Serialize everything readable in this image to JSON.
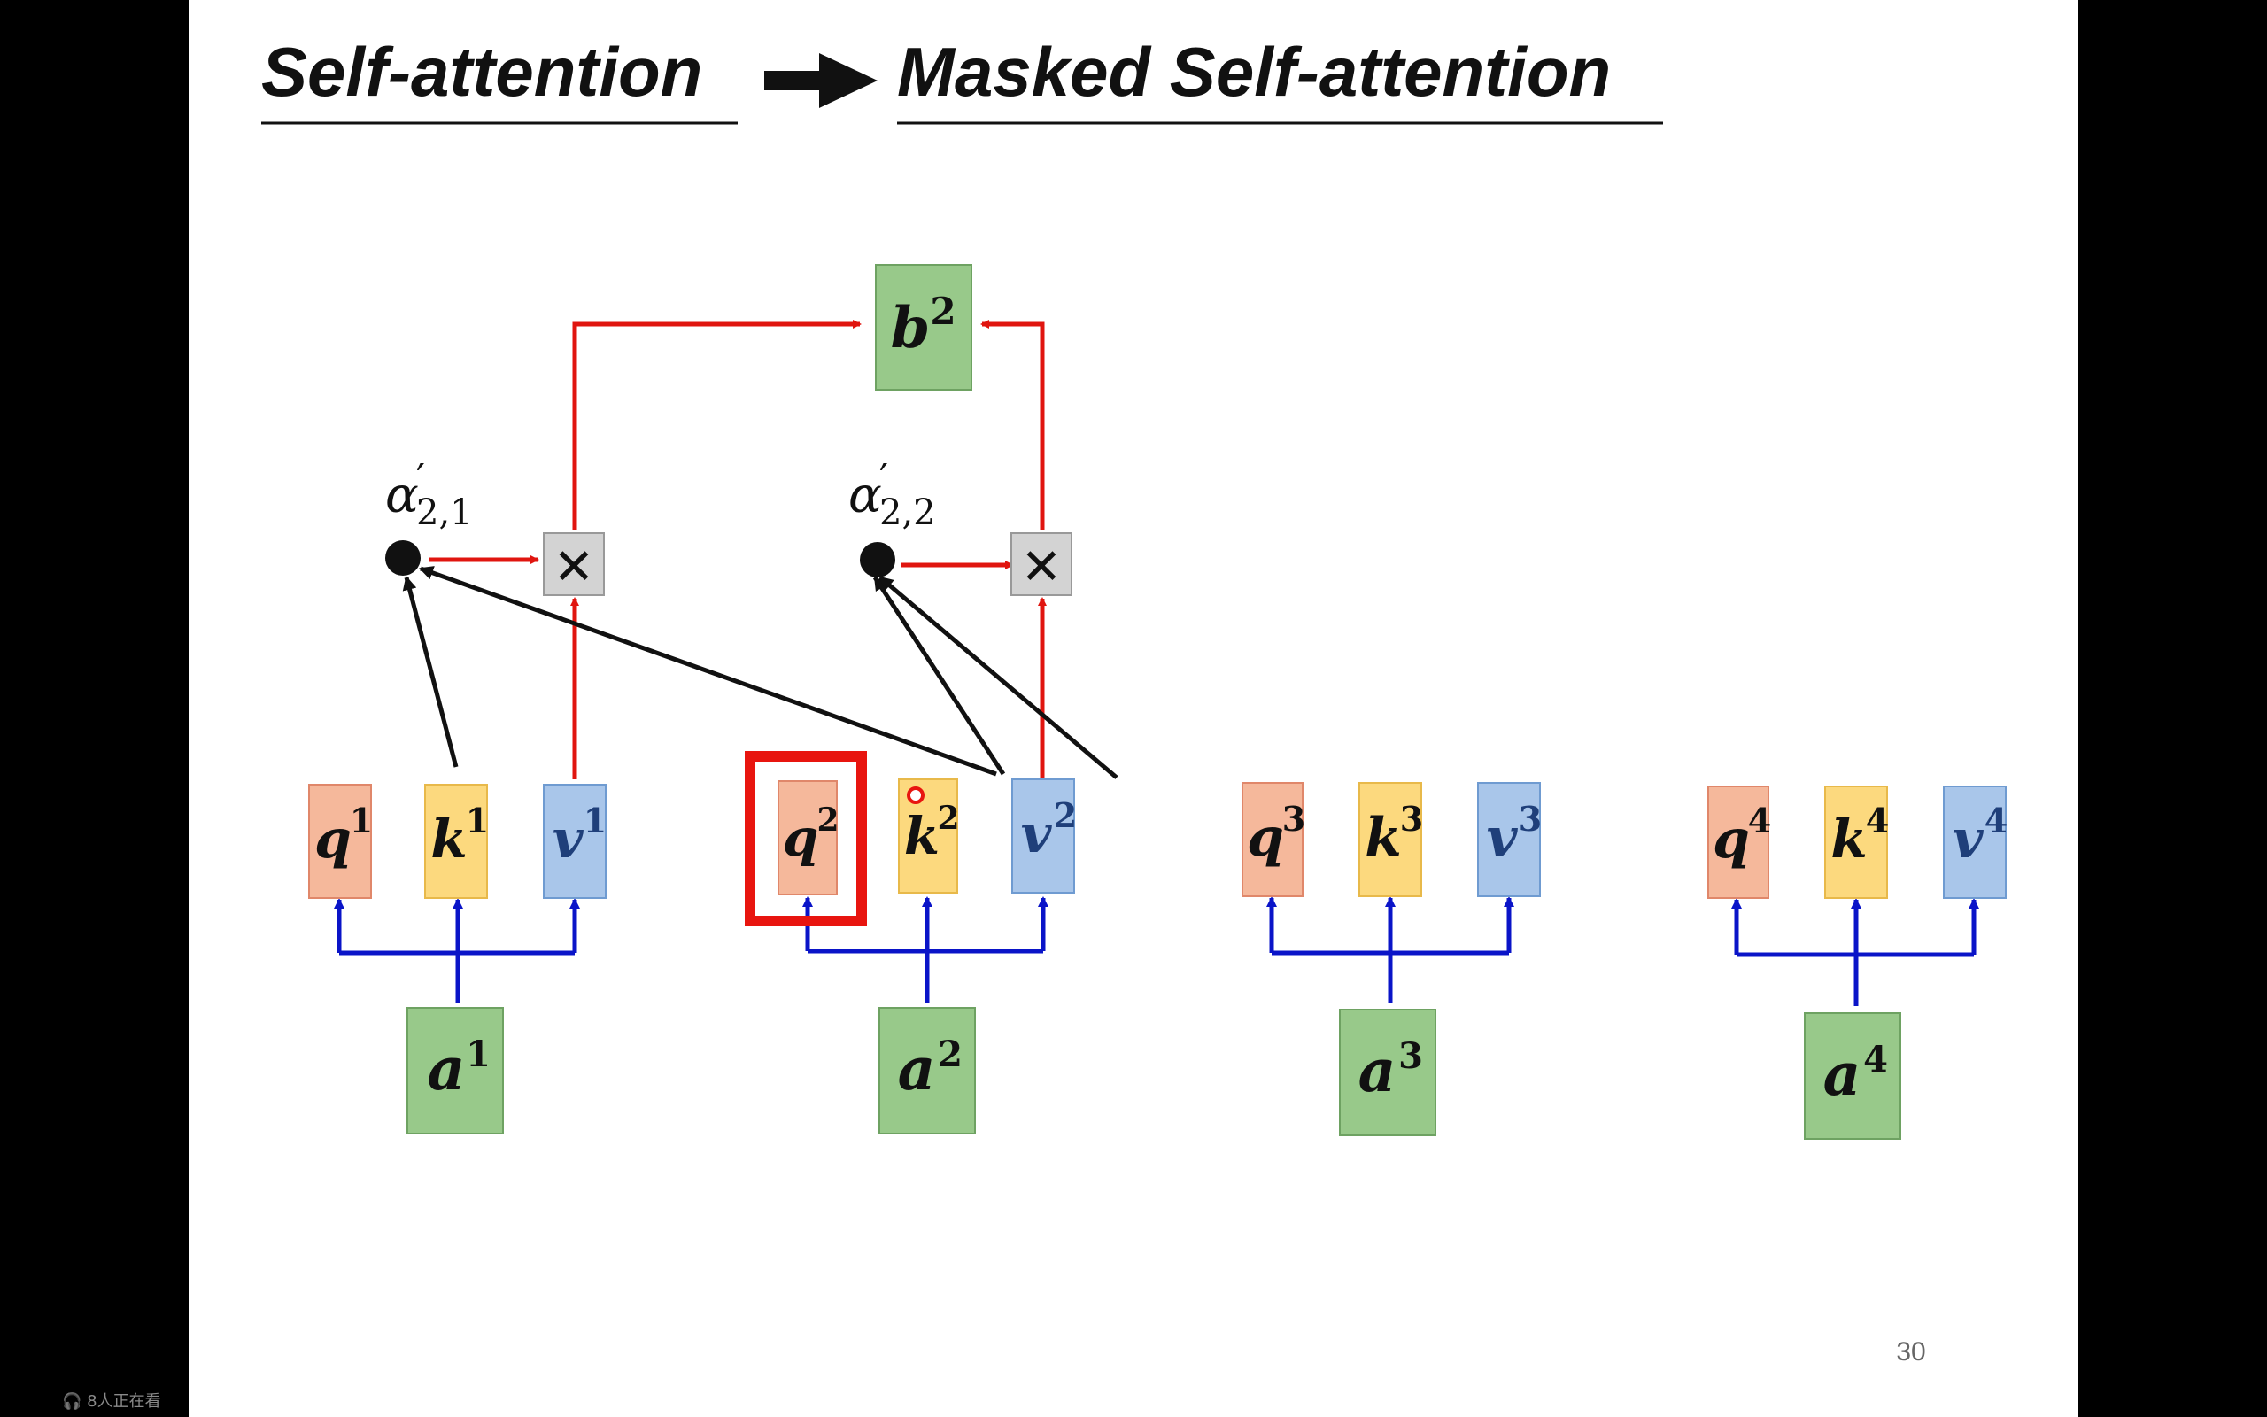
{
  "viewer_status": {
    "icon": "headphone-icon",
    "text": "8人正在看"
  },
  "slide": {
    "title_left": "Self-attention",
    "title_right": "Masked Self-attention",
    "page_number": "30"
  },
  "diagram": {
    "output": {
      "base": "b",
      "sup": "2"
    },
    "weights": [
      {
        "alpha": "α",
        "prime": "′",
        "sub": "2,1"
      },
      {
        "alpha": "α",
        "prime": "′",
        "sub": "2,2"
      }
    ],
    "multiply_symbol": "✕",
    "groups": [
      {
        "q": "q",
        "k": "k",
        "v": "v",
        "a": "a",
        "sup": "1"
      },
      {
        "q": "q",
        "k": "k",
        "v": "v",
        "a": "a",
        "sup": "2"
      },
      {
        "q": "q",
        "k": "k",
        "v": "v",
        "a": "a",
        "sup": "3"
      },
      {
        "q": "q",
        "k": "k",
        "v": "v",
        "a": "a",
        "sup": "4"
      }
    ]
  },
  "colors": {
    "query_fill": "#f5b89b",
    "query_stroke": "#e0876a",
    "key_fill": "#fcd97e",
    "key_stroke": "#e8b94a",
    "value_fill": "#a9c6ea",
    "value_stroke": "#6f9bd1",
    "input_fill": "#98c98a",
    "input_stroke": "#6ea262",
    "mult_fill": "#d3d3d3",
    "red_arrow": "#e0150f",
    "blue_arrow": "#0a14c8",
    "highlight": "#e8150f"
  }
}
